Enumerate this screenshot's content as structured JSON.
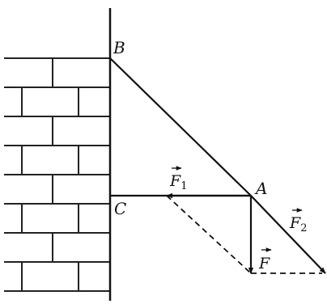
{
  "points": {
    "B": "B",
    "C": "C",
    "A": "A"
  },
  "vectors": {
    "F1": {
      "letter": "F",
      "subscript": "1"
    },
    "F2": {
      "letter": "F",
      "subscript": "2"
    },
    "F": {
      "letter": "F"
    }
  },
  "colors": {
    "ink": "#111111",
    "background": "#ffffff"
  }
}
